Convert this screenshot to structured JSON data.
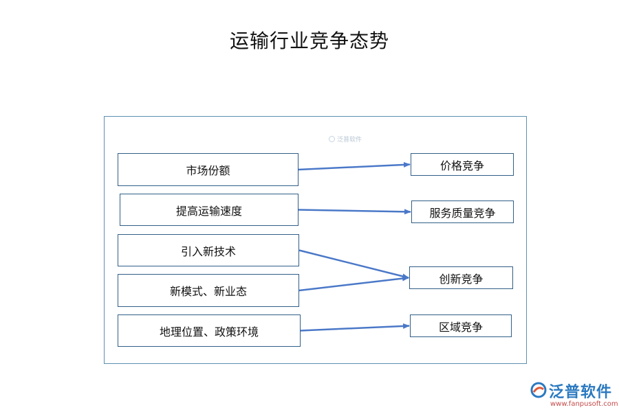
{
  "title": "运输行业竞争态势",
  "watermark": "泛普软件",
  "factors": [
    {
      "id": "f1",
      "label": "市场份额"
    },
    {
      "id": "f2",
      "label": "提高运输速度"
    },
    {
      "id": "f3",
      "label": "引入新技术"
    },
    {
      "id": "f4",
      "label": "新模式、新业态"
    },
    {
      "id": "f5",
      "label": "地理位置、政策环境"
    }
  ],
  "outcomes": [
    {
      "id": "o1",
      "label": "价格竞争"
    },
    {
      "id": "o2",
      "label": "服务质量竞争"
    },
    {
      "id": "o3",
      "label": "创新竞争"
    },
    {
      "id": "o4",
      "label": "区域竞争"
    }
  ],
  "links": [
    {
      "from": "f1",
      "to": "o1"
    },
    {
      "from": "f2",
      "to": "o2"
    },
    {
      "from": "f3",
      "to": "o3"
    },
    {
      "from": "f4",
      "to": "o3"
    },
    {
      "from": "f5",
      "to": "o4"
    }
  ],
  "logo": {
    "brand": "泛普软件",
    "url": "www.fanpusoft.com"
  },
  "colors": {
    "arrow": "#4a78c8",
    "box_border": "#2f5d86",
    "frame_border": "#5b8fb0",
    "brand": "#2a79c0",
    "url": "#c64a4a"
  }
}
